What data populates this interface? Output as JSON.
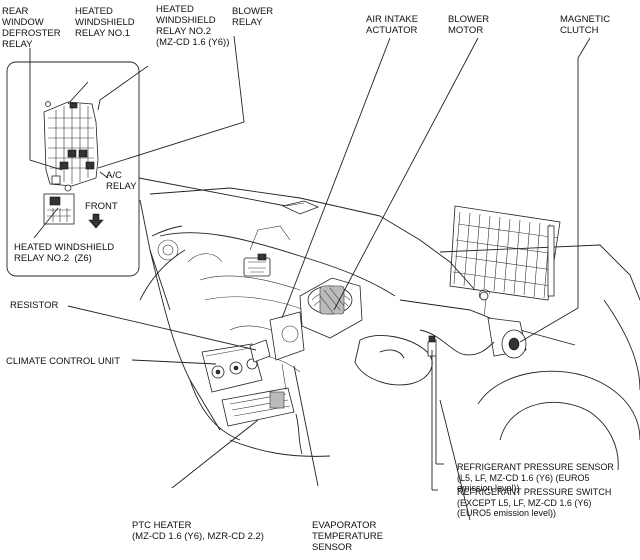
{
  "labels": {
    "rear_window_defroster_relay": "REAR\nWINDOW\nDEFROSTER\nRELAY",
    "heated_windshield_relay_no1": "HEATED\nWINDSHIELD\nRELAY NO.1",
    "heated_windshield_relay_no2_mz": "HEATED\nWINDSHIELD\nRELAY NO.2\n(MZ-CD 1.6 (Y6))",
    "blower_relay": "BLOWER\nRELAY",
    "air_intake_actuator": "AIR INTAKE\nACTUATOR",
    "blower_motor": "BLOWER\nMOTOR",
    "magnetic_clutch": "MAGNETIC\nCLUTCH",
    "ac_relay": "A/C\nRELAY",
    "front": "FRONT",
    "heated_windshield_relay_no2_z6": "HEATED WINDSHIELD\nRELAY NO.2  (Z6)",
    "resistor": "RESISTOR",
    "climate_control_unit": "CLIMATE CONTROL UNIT",
    "refrigerant_pressure_sensor": "REFRIGERANT PRESSURE SENSOR\n(L5, LF, MZ-CD 1.6 (Y6) (EURO5\nemission level))",
    "refrigerant_pressure_switch": "REFRIGERANT PRESSURE SWITCH\n(EXCEPT L5, LF, MZ-CD 1.6 (Y6)\n(EURO5 emission level))",
    "ptc_heater": "PTC HEATER\n(MZ-CD 1.6 (Y6), MZR-CD 2.2)",
    "evaporator_temperature_sensor": "EVAPORATOR\nTEMPERATURE\nSENSOR"
  },
  "icons": {
    "front_arrow": "down-arrow-icon"
  }
}
